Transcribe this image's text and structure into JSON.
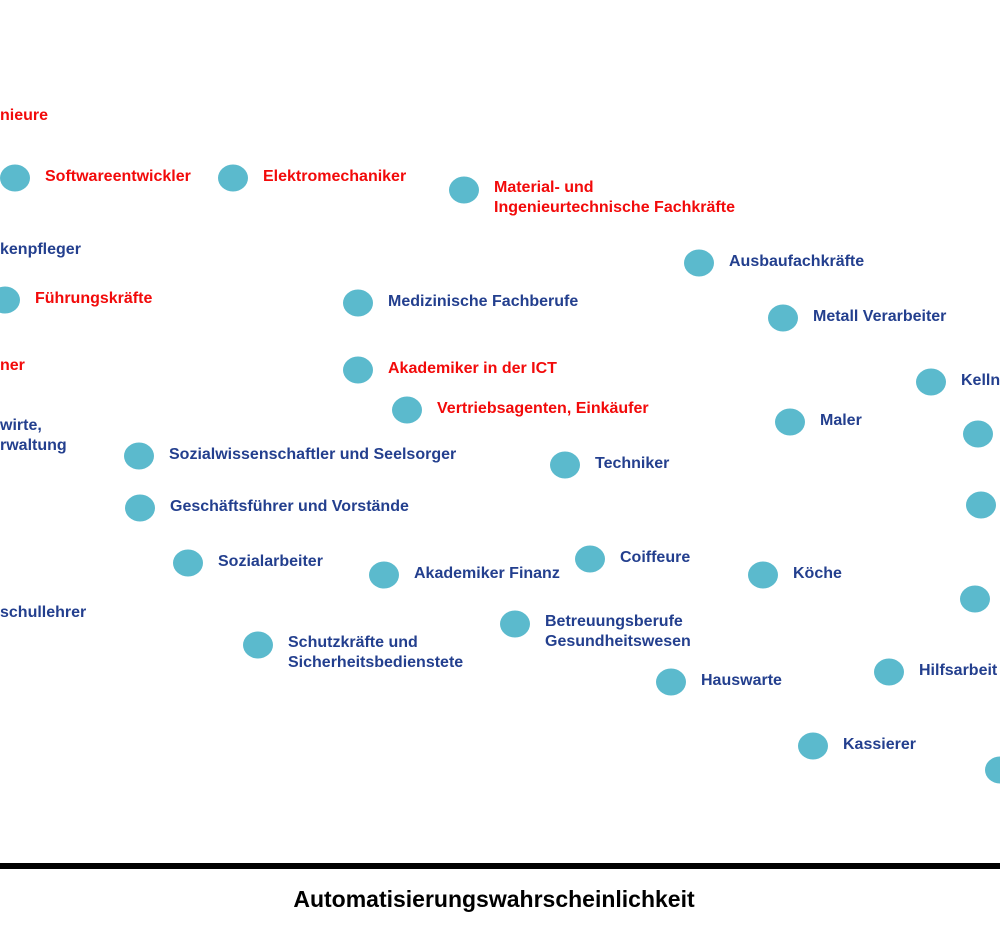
{
  "chart_data": {
    "type": "scatter",
    "title": "",
    "xlabel": "Automatisierungswahrscheinlichkeit",
    "ylabel": "",
    "grid": false,
    "legend": "none",
    "colors": {
      "marker": "#5bbacd",
      "label_default": "#233f8e",
      "label_highlight": "#f20a0a"
    },
    "points": [
      {
        "label": "nieure",
        "highlight": true,
        "x": -0.03,
        "y": 9.1
      },
      {
        "label": "Softwareentwickler",
        "highlight": true,
        "x": 0.015,
        "y": 8.1
      },
      {
        "label": "Elektromechaniker",
        "highlight": true,
        "x": 0.233,
        "y": 8.1
      },
      {
        "label": "Material- und\nIngenieurtechnische Fachkräfte",
        "highlight": true,
        "x": 0.464,
        "y": 7.9
      },
      {
        "label": "kenpfleger",
        "highlight": false,
        "x": -0.03,
        "y": 6.9
      },
      {
        "label": "Ausbaufachkräfte",
        "highlight": false,
        "x": 0.699,
        "y": 6.7
      },
      {
        "label": "Führungskräfte",
        "highlight": true,
        "x": 0.005,
        "y": 6.1
      },
      {
        "label": "Medizinische Fachberufe",
        "highlight": false,
        "x": 0.358,
        "y": 6.05
      },
      {
        "label": "Metall Verarbeiter",
        "highlight": false,
        "x": 0.783,
        "y": 5.8
      },
      {
        "label": "ner",
        "highlight": true,
        "x": -0.03,
        "y": 5.0
      },
      {
        "label": "Akademiker in der ICT",
        "highlight": true,
        "x": 0.358,
        "y": 4.95
      },
      {
        "label": "Kelln",
        "highlight": false,
        "x": 0.931,
        "y": 4.75
      },
      {
        "label": "wirte,\nrwaltung",
        "highlight": false,
        "x": -0.03,
        "y": 4.0
      },
      {
        "label": "Vertriebsagenten, Einkäufer",
        "highlight": true,
        "x": 0.407,
        "y": 4.3
      },
      {
        "label": "Maler",
        "highlight": false,
        "x": 0.79,
        "y": 4.1
      },
      {
        "label": "",
        "highlight": false,
        "x": 0.978,
        "y": 3.9
      },
      {
        "label": "Sozialwissenschaftler und Seelsorger",
        "highlight": false,
        "x": 0.139,
        "y": 3.55
      },
      {
        "label": "Techniker",
        "highlight": false,
        "x": 0.565,
        "y": 3.4
      },
      {
        "label": "Geschäftsführer und Vorstände",
        "highlight": false,
        "x": 0.14,
        "y": 2.7
      },
      {
        "label": "",
        "highlight": false,
        "x": 0.981,
        "y": 2.75
      },
      {
        "label": "Coiffeure",
        "highlight": false,
        "x": 0.59,
        "y": 1.85
      },
      {
        "label": "Sozialarbeiter",
        "highlight": false,
        "x": 0.188,
        "y": 1.8
      },
      {
        "label": "Köche",
        "highlight": false,
        "x": 0.763,
        "y": 1.6
      },
      {
        "label": "Akademiker Finanz",
        "highlight": false,
        "x": 0.384,
        "y": 1.6
      },
      {
        "label": "",
        "highlight": false,
        "x": 0.975,
        "y": 1.2
      },
      {
        "label": "schullehrer",
        "highlight": false,
        "x": -0.03,
        "y": 0.95
      },
      {
        "label": "Betreuungsberufe\nGesundheitswesen",
        "highlight": false,
        "x": 0.515,
        "y": 0.8
      },
      {
        "label": "Schutzkräfte und\nSicherheitsbedienstete",
        "highlight": false,
        "x": 0.258,
        "y": 0.45
      },
      {
        "label": "Hilfsarbeit",
        "highlight": false,
        "x": 0.889,
        "y": 0.0
      },
      {
        "label": "Hauswarte",
        "highlight": false,
        "x": 0.671,
        "y": -0.15
      },
      {
        "label": "Kassierer",
        "highlight": false,
        "x": 0.813,
        "y": -1.2
      },
      {
        "label": "",
        "highlight": false,
        "x": 1.0,
        "y": -1.6
      }
    ]
  }
}
